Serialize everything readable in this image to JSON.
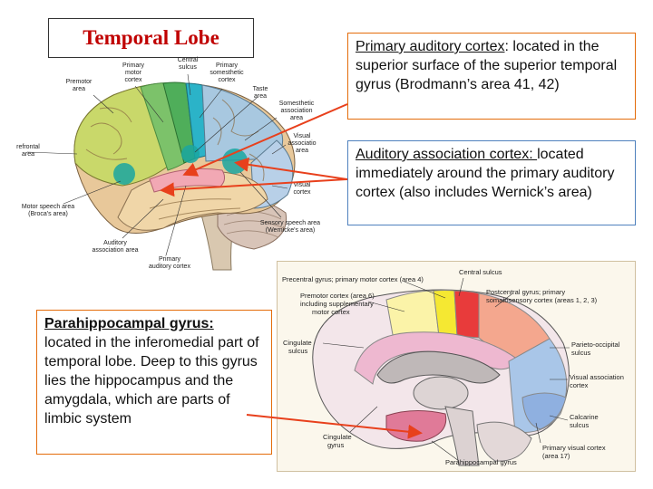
{
  "title": "Temporal Lobe",
  "callouts": {
    "primary_auditory": {
      "term": "Primary auditory cortex",
      "text": ": located in the superior surface of the superior temporal gyrus (Brodmann’s area 41, 42)"
    },
    "auditory_association": {
      "term": "Auditory association cortex: ",
      "text": "located immediately around the primary auditory cortex (also includes Wernick’s area)"
    },
    "parahippocampal": {
      "term": "Parahippocampal gyrus:",
      "text": "located in the inferomedial part of temporal lobe. Deep to this gyrus lies the hippocampus and the amygdala, which are parts of limbic system"
    }
  },
  "lateral_labels": {
    "primary_motor_1": "Primary",
    "primary_motor_2": "motor",
    "primary_motor_3": "cortex",
    "central_sulcus_1": "Central",
    "central_sulcus_2": "sulcus",
    "somesthetic_1": "Primary",
    "somesthetic_2": "somesthetic",
    "somesthetic_3": "cortex",
    "premotor_1": "Premotor",
    "premotor_2": "area",
    "taste_1": "Taste",
    "taste_2": "area",
    "somesthetic_assoc_1": "Somesthetic",
    "somesthetic_assoc_2": "association",
    "somesthetic_assoc_3": "area",
    "prefrontal_1": "refrontal",
    "prefrontal_2": "area",
    "visual_assoc_1": "Visual",
    "visual_assoc_2": "associatio",
    "visual_assoc_3": "area",
    "visual_cortex_1": "Visual",
    "visual_cortex_2": "cortex",
    "motor_speech_1": "Motor speech area",
    "motor_speech_2": "(Broca's area)",
    "sensory_speech_1": "Sensory speech area",
    "sensory_speech_2": "(Wernicke's area)",
    "auditory_assoc_1": "Auditory",
    "auditory_assoc_2": "association area",
    "primary_auditory_1": "Primary",
    "primary_auditory_2": "auditory cortex"
  },
  "medial_labels": {
    "precentral": "Precentral gyrus; primary motor cortex (area 4)",
    "central_sulcus": "Central sulcus",
    "premotor_1": "Premotor cortex (area 6)",
    "premotor_2": "including supplementary",
    "premotor_3": "motor cortex",
    "postcentral_1": "Postcentral gyrus; primary",
    "postcentral_2": "somatosensory cortex (areas 1, 2, 3)",
    "cingulate_sulcus_1": "Cingulate",
    "cingulate_sulcus_2": "sulcus",
    "parieto_occipital_1": "Parieto-occipital",
    "parieto_occipital_2": "sulcus",
    "visual_assoc_1": "Visual association",
    "visual_assoc_2": "cortex",
    "calcarine_1": "Calcarine",
    "calcarine_2": "sulcus",
    "cingulate_gyrus_1": "Cingulate",
    "cingulate_gyrus_2": "gyrus",
    "primary_visual_1": "Primary visual cortex",
    "primary_visual_2": "(area 17)",
    "parahippocampal": "Parahippocampal gyrus"
  },
  "colors": {
    "title": "#c00000",
    "arrow": "#e8401c",
    "orange_border": "#e46c0a",
    "blue_border": "#4f81bd"
  }
}
